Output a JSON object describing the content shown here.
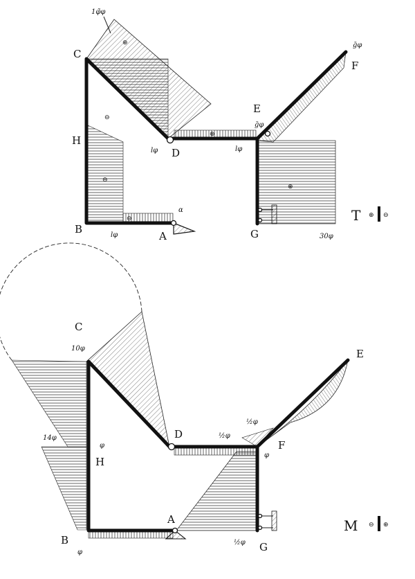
{
  "diagram_T": {
    "title": "T",
    "legend_pos": "⊕",
    "legend_neg": "⊖",
    "nodes": {
      "A": "A",
      "B": "B",
      "C": "C",
      "D": "D",
      "E": "E",
      "F": "F",
      "G": "G",
      "H": "H"
    },
    "values": {
      "top_triangle": "1φ̃φ",
      "F_end": "ḡφ",
      "D_label": "lφ",
      "E_label": "ḡφ",
      "E_under": "lφ",
      "A_label": "α",
      "B_label": "lφ",
      "G_region": "30φ"
    },
    "region_signs": [
      "⊕",
      "⊖",
      "⊖",
      "⊖",
      "⊕",
      "⊕"
    ]
  },
  "diagram_M": {
    "title": "M",
    "legend_neg": "⊖",
    "legend_pos": "⊕",
    "nodes": {
      "A": "A",
      "B": "B",
      "C": "C",
      "D": "D",
      "E": "E",
      "F": "F",
      "G": "G",
      "H": "H"
    },
    "values": {
      "C_label": "10φ",
      "H_left": "14φ",
      "H_right": "φ",
      "F_left": "½φ",
      "F_top": "½φ",
      "F_right": "φ",
      "B_label": "φ",
      "G_label": "½φ"
    }
  }
}
